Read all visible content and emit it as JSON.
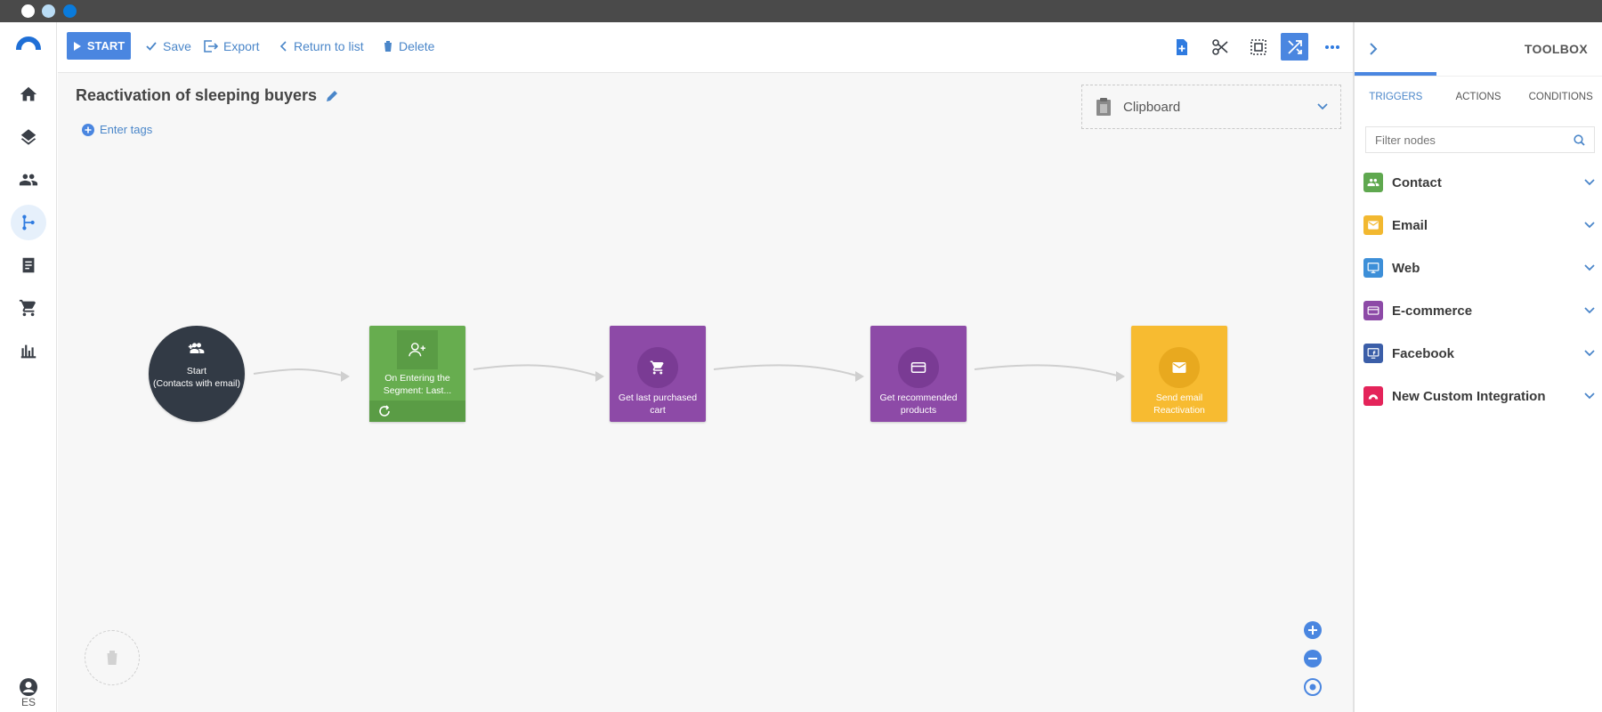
{
  "toolbar": {
    "start_label": "START",
    "save_label": "Save",
    "export_label": "Export",
    "return_label": "Return to list",
    "delete_label": "Delete",
    "icons": [
      "new-page-icon",
      "cut-icon",
      "select-area-icon",
      "auto-layout-icon",
      "more-icon"
    ]
  },
  "workflow": {
    "title": "Reactivation of sleeping buyers",
    "tags_label": "Enter tags"
  },
  "clipboard": {
    "label": "Clipboard"
  },
  "nodes": {
    "start": {
      "label": "Start\n(Contacts with email)"
    },
    "trigger": {
      "label": "On Entering the Segment: Last..."
    },
    "action1": {
      "label": "Get last purchased cart"
    },
    "action2": {
      "label": "Get recommended products"
    },
    "action3": {
      "label": "Send email Reactivation"
    }
  },
  "colors": {
    "accent": "#4a86e0",
    "start_node": "#323a45",
    "trigger_node": "#67ad4f",
    "action_node": "#8d4aa7",
    "email_node": "#f7bb31"
  },
  "leftnav": {
    "icons": [
      "home-icon",
      "layers-icon",
      "contacts-icon",
      "workflow-icon",
      "document-icon",
      "cart-icon",
      "reports-icon"
    ],
    "language": "ES"
  },
  "toolbox": {
    "title": "TOOLBOX",
    "tabs": [
      "TRIGGERS",
      "ACTIONS",
      "CONDITIONS"
    ],
    "filter_placeholder": "Filter nodes",
    "categories": [
      {
        "label": "Contact",
        "color": "#5fa84f"
      },
      {
        "label": "Email",
        "color": "#f2b830"
      },
      {
        "label": "Web",
        "color": "#3d8fd8"
      },
      {
        "label": "E-commerce",
        "color": "#8d4aa7"
      },
      {
        "label": "Facebook",
        "color": "#3b5ea8"
      },
      {
        "label": "New Custom Integration",
        "color": "#e4245a"
      }
    ]
  }
}
